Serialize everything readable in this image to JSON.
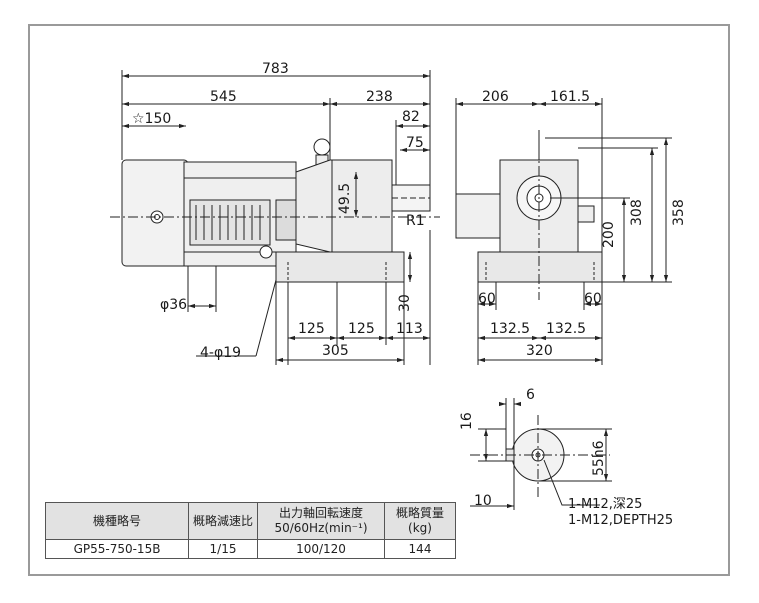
{
  "dimensions": {
    "overall_length": "783",
    "motor_length": "545",
    "gear_length": "238",
    "shaft_82": "82",
    "shaft_75": "75",
    "motor_box": "☆150",
    "center_49_5": "49.5",
    "fillet": "R1",
    "dia_36": "φ36",
    "base_30": "30",
    "pitch_125_a": "125",
    "pitch_125_b": "125",
    "end_113": "113",
    "base_305": "305",
    "holes": "4-φ19",
    "front_206": "206",
    "front_161_5": "161.5",
    "height_358": "358",
    "height_308": "308",
    "height_200": "200",
    "foot_60_a": "60",
    "foot_60_b": "60",
    "pitch_132_5_a": "132.5",
    "pitch_132_5_b": "132.5",
    "width_320": "320",
    "key_6": "6",
    "key_16": "16",
    "shaft_dia": "55h6",
    "key_10": "10",
    "tap_jp": "1-M12,深25",
    "tap_en": "1-M12,DEPTH25"
  },
  "spec_table": {
    "headers": {
      "model": "機種略号",
      "ratio": "概略減速比",
      "speed_line1": "出力軸回転速度",
      "speed_line2": "50/60Hz(min⁻¹)",
      "mass_line1": "概略質量",
      "mass_line2": "(kg)"
    },
    "row": {
      "model": "GP55-750-15B",
      "ratio": "1/15",
      "speed": "100/120",
      "mass": "144"
    }
  }
}
